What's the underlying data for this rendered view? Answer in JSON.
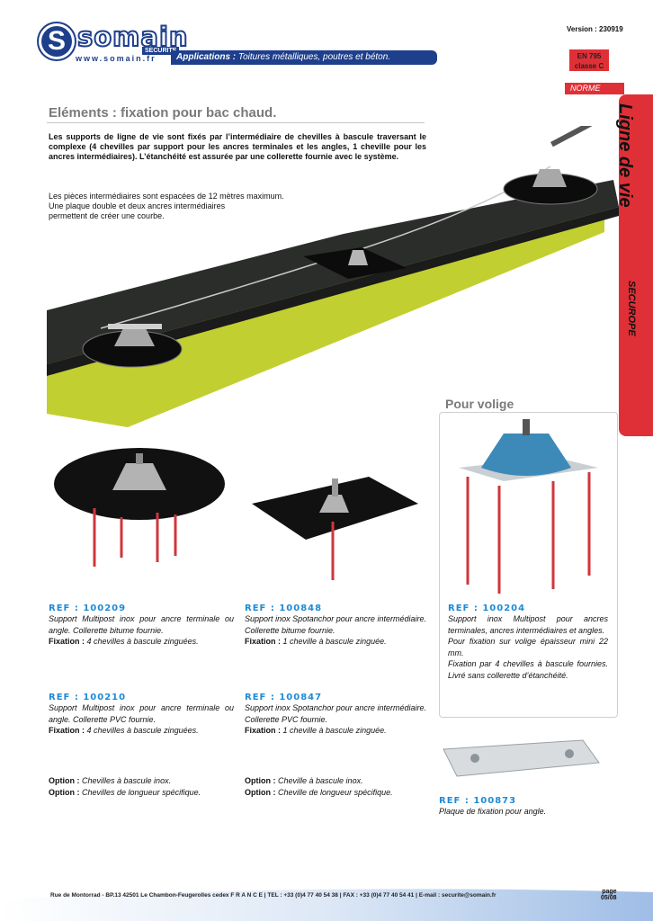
{
  "header": {
    "logo_letter": "S",
    "logo_word": "somain",
    "logo_badge": "SECURITE",
    "website": "www.somain.fr",
    "applications_label": "Applications :",
    "applications_text": "Toitures métalliques, poutres et béton.",
    "version": "Version : 230919",
    "norm_line1": "EN 795",
    "norm_line2": "classe C",
    "norme_label": "NORME"
  },
  "sidebar": {
    "title": "Ligne de vie",
    "product": "SECUROPE"
  },
  "section": {
    "title": "Eléments : fixation pour bac chaud.",
    "intro_bold": "Les supports de ligne de vie sont fixés par l’intermédiaire de chevilles à bascule traversant le complexe (4 chevilles par support pour les ancres terminales et les angles, 1 cheville pour les ancres intermédiaires). L’étanchéité est assurée par une collerette fournie avec le système.",
    "intro_line1": "Les pièces intermédiaires sont espacées de 12 mètres maximum.",
    "intro_line2": "Une plaque double et deux ancres intermédiaires",
    "intro_line3": "permettent de créer une courbe."
  },
  "volige": {
    "title": "Pour volige"
  },
  "products": {
    "p100209": {
      "ref": "REF : 100209",
      "desc": "Support Multipost inox pour ancre terminale ou angle. Collerette bitume fournie.",
      "fix_label": "Fixation :",
      "fix_text": "4 chevilles à bascule zinguées."
    },
    "p100848": {
      "ref": "REF : 100848",
      "desc": "Support inox Spotanchor pour ancre intermédiaire. Collerette bitume fournie.",
      "fix_label": "Fixation :",
      "fix_text": "1 cheville à bascule zinguée."
    },
    "p100204": {
      "ref": "REF : 100204",
      "desc": "Support inox Multipost pour ancres terminales, ancres intermédiaires et angles.",
      "desc2": "Pour fixation sur volige épaisseur mini 22 mm.",
      "desc3": "Fixation par 4 chevilles à bascule fournies. Livré sans collerette d’étanchéité."
    },
    "p100210": {
      "ref": "REF : 100210",
      "desc": "Support Multipost inox pour ancre terminale ou angle. Collerette PVC fournie.",
      "fix_label": "Fixation :",
      "fix_text": "4 chevilles à bascule zinguées."
    },
    "p100847": {
      "ref": "REF : 100847",
      "desc": "Support inox Spotanchor pour ancre intermédiaire. Collerette PVC fournie.",
      "fix_label": "Fixation :",
      "fix_text": "1 cheville à bascule zinguée."
    },
    "p100873": {
      "ref": "REF : 100873",
      "desc": "Plaque de fixation pour angle."
    }
  },
  "options": {
    "left": {
      "label": "Option :",
      "line1": "Chevilles à bascule inox.",
      "line2": "Chevilles de longueur spécifique."
    },
    "right": {
      "label": "Option :",
      "line1": "Cheville à bascule inox.",
      "line2": "Cheville de longueur spécifique."
    }
  },
  "footer": {
    "address": "Rue de Montorrad - BP.13 42501 Le Chambon-Feugerolles cedex F R A N C E | TEL : +33 (0)4 77 40 54 38 | FAX : +33 (0)4 77 40 54 41 | E-mail : securite@somain.fr",
    "page_label": "page",
    "page_number": "05/08"
  },
  "colors": {
    "brand_blue": "#1e3f8c",
    "ref_blue": "#1e8ad6",
    "accent_red": "#e03037",
    "roof_dark": "#2b2d2b",
    "insulation_yellow": "#f0e23a",
    "insulation_green": "#9bbf2a"
  }
}
